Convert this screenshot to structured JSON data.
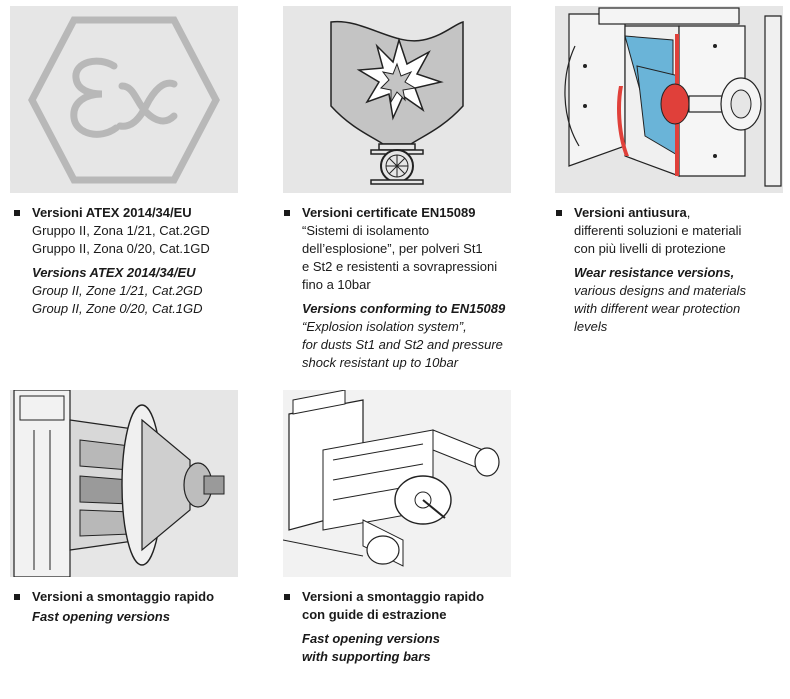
{
  "items": [
    {
      "title": "Versioni ATEX 2014/34/EU",
      "lines_it": [
        "Gruppo II, Zona 1/21, Cat.2GD",
        "Gruppo II, Zona 0/20, Cat.1GD"
      ],
      "title_en": "Versions ATEX 2014/34/EU",
      "lines_en": [
        "Group II, Zone 1/21, Cat.2GD",
        "Group II, Zone 0/20, Cat.1GD"
      ]
    },
    {
      "title": "Versioni certificate EN15089",
      "lines_it": [
        "“Sistemi di isolamento",
        "dell’esplosione”, per polveri St1",
        "e St2 e resistenti a sovrapressioni",
        "fino a 10bar"
      ],
      "title_en": "Versions conforming to EN15089",
      "lines_en": [
        "“Explosion isolation system”,",
        "for dusts St1 and St2 and pressure",
        "shock resistant up to 10bar"
      ]
    },
    {
      "title": "Versioni antiusura",
      "title_suffix": ",",
      "lines_it": [
        "differenti soluzioni e materiali",
        "con più livelli di protezione"
      ],
      "title_en": "Wear resistance versions,",
      "lines_en": [
        "various designs and materials",
        "with different wear protection",
        "levels"
      ]
    },
    {
      "title": "Versioni a smontaggio rapido",
      "title_en": "Fast opening versions"
    },
    {
      "title": "Versioni a smontaggio rapido",
      "title2": "con guide di estrazione",
      "title_en": "Fast opening versions",
      "title_en2": "with supporting bars"
    }
  ],
  "colors": {
    "panel_bg": "#e6e6e6",
    "accent_blue": "#6ab4d8",
    "accent_red": "#e0403a"
  }
}
